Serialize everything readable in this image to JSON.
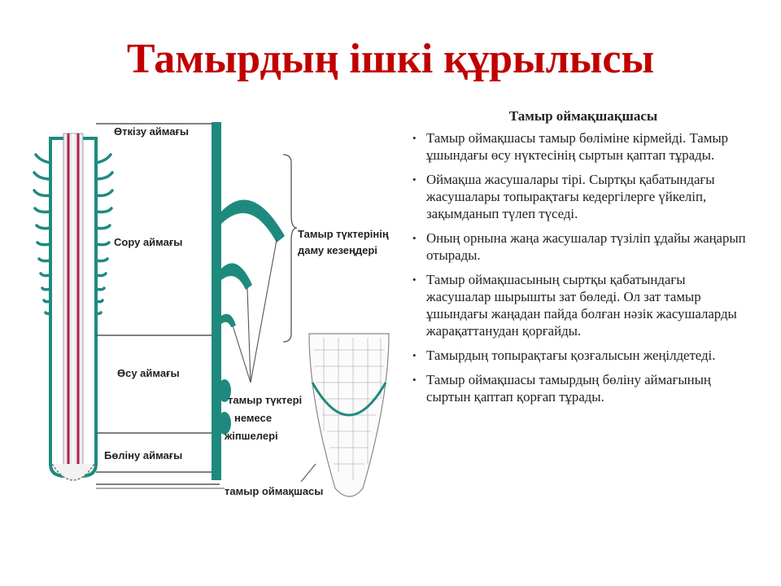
{
  "slide": {
    "title": "Тамырдың ішкі құрылысы"
  },
  "figure": {
    "zones": [
      "Өткізу аймағы",
      "Сору аймағы",
      "Өсу аймағы",
      "Бөліну аймағы"
    ],
    "hair_stages_label_line1": "Тамыр түктерінің",
    "hair_stages_label_line2": "даму кезеңдері",
    "root_hairs_label_line1": "тамыр түктері",
    "root_hairs_label_line2": "немесе",
    "root_hairs_label_line3": "жіпшелері",
    "root_cap_label": "тамыр оймақшасы",
    "colors": {
      "root_green": "#1e8a7e",
      "stele_red": "#b51e4a",
      "line_gray": "#555555"
    }
  },
  "text_panel": {
    "subtitle": "Тамыр оймақшақшасы",
    "bullets": [
      "Тамыр оймақшасы тамыр бөліміне кірмейді. Тамыр ұшындағы өсу нүктесінің сыртын қаптап тұрады.",
      " Оймақша жасушалары тірі. Сыртқы қабатындағы жасушалары топырақтағы кедергілерге үйкеліп, зақымданып түлеп түседі.",
      "Оның орнына жаңа жасушалар түзіліп ұдайы жаңарып отырады.",
      " Тамыр оймақшасының сыртқы қабатындағы жасушалар шырышты зат бөледі. Ол зат тамыр ұшындағы жаңадан пайда болған нәзік жасушаларды жарақаттанудан қорғайды.",
      " Тамырдың топырақтағы қозғалысын жеңілдетеді.",
      "Тамыр оймақшасы тамырдың бөліну аймағының сыртын қаптап қорғап тұрады."
    ]
  }
}
